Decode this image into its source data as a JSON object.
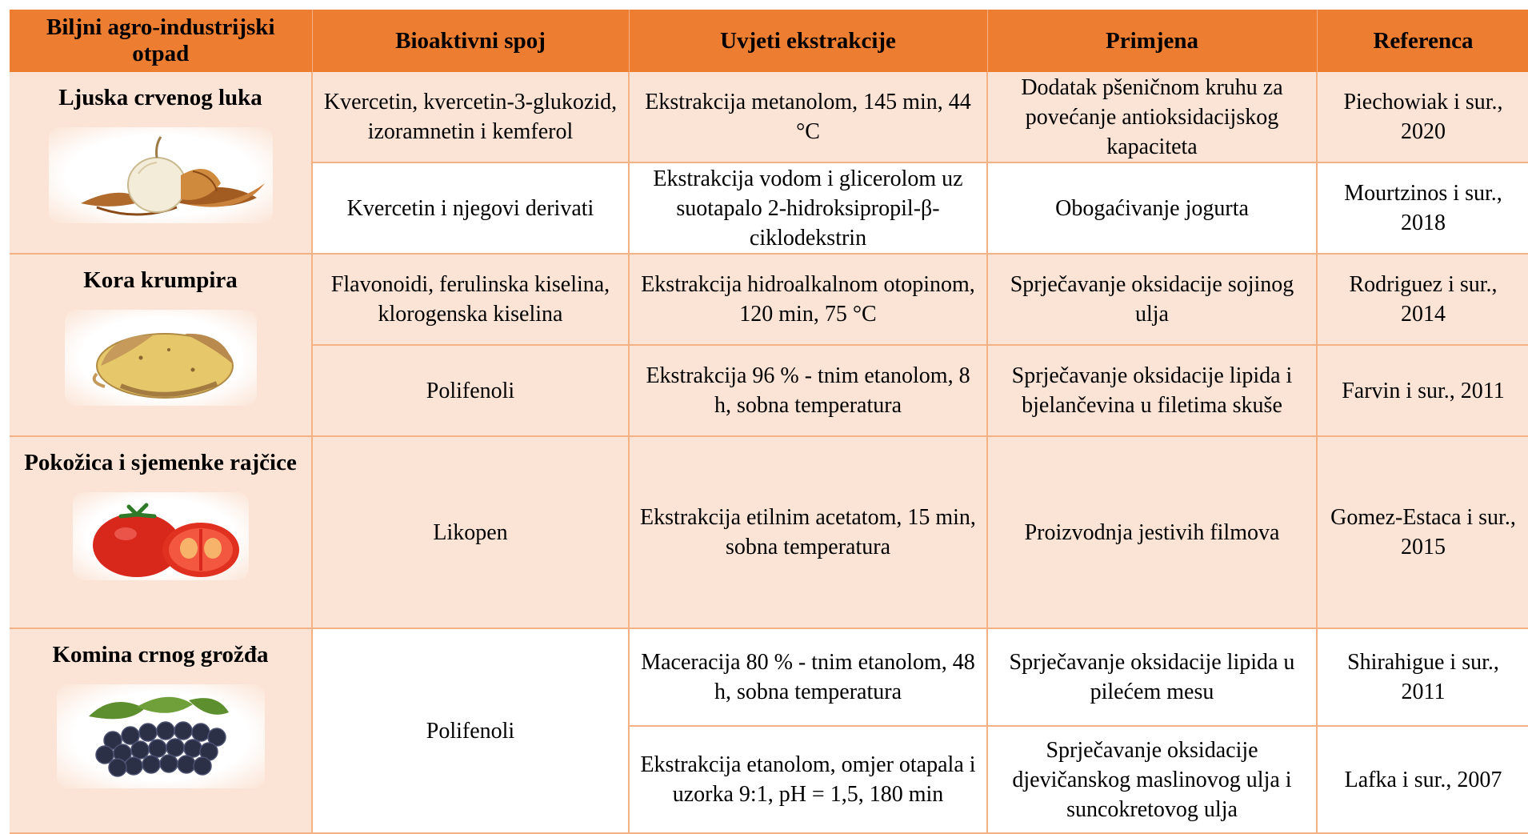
{
  "table": {
    "headers": [
      "Biljni agro-industrijski otpad",
      "Bioaktivni spoj",
      "Uvjeti ekstrakcije",
      "Primjena",
      "Referenca"
    ],
    "groups": [
      {
        "waste": "Ljuska crvenog luka",
        "icon": "onion-icon",
        "rows": [
          {
            "compound": "Kvercetin, kvercetin-3-glukozid, izoramnetin i kemferol",
            "extraction": "Ekstrakcija metanolom, 145 min, 44 °C",
            "application": "Dodatak pšeničnom kruhu za povećanje antioksidacijskog kapaciteta",
            "reference": "Piechowiak i sur., 2020"
          },
          {
            "compound": "Kvercetin i njegovi derivati",
            "extraction": "Ekstrakcija vodom i glicerolom uz suotapalo 2-hidroksipropil-β-ciklodekstrin",
            "application": "Obogaćivanje jogurta",
            "reference": "Mourtzinos i sur., 2018"
          }
        ]
      },
      {
        "waste": "Kora krumpira",
        "icon": "potato-icon",
        "rows": [
          {
            "compound": "Flavonoidi, ferulinska kiselina, klorogenska kiselina",
            "extraction": "Ekstrakcija hidroalkalnom otopinom, 120 min, 75 °C",
            "application": "Sprječavanje oksidacije sojinog ulja",
            "reference": "Rodriguez i sur., 2014"
          },
          {
            "compound": "Polifenoli",
            "extraction": "Ekstrakcija 96 % - tnim etanolom, 8 h, sobna temperatura",
            "application": "Sprječavanje oksidacije lipida i bjelančevina u filetima skuše",
            "reference": "Farvin i sur., 2011"
          }
        ]
      },
      {
        "waste": "Pokožica i sjemenke rajčice",
        "icon": "tomato-icon",
        "rows": [
          {
            "compound": "Likopen",
            "extraction": "Ekstrakcija etilnim acetatom, 15 min, sobna temperatura",
            "application": "Proizvodnja jestivih filmova",
            "reference": "Gomez-Estaca i sur., 2015"
          }
        ]
      },
      {
        "waste": "Komina crnog grožđa",
        "icon": "grapes-icon",
        "compound": "Polifenoli",
        "rows": [
          {
            "extraction": "Maceracija 80 % - tnim etanolom, 48 h, sobna temperatura",
            "application": "Sprječavanje oksidacije lipida u pilećem mesu",
            "reference": "Shirahigue i sur., 2011"
          },
          {
            "extraction": "Ekstrakcija etanolom, omjer otapala i uzorka 9:1, pH = 1,5, 180 min",
            "application": "Sprječavanje oksidacije djevičanskog maslinovog ulja i suncokretovog ulja",
            "reference": "Lafka i sur., 2007"
          }
        ]
      }
    ]
  },
  "colors": {
    "header": "#ED7D31",
    "row_tint": "#FBE4D5",
    "border": "#F4B183"
  }
}
